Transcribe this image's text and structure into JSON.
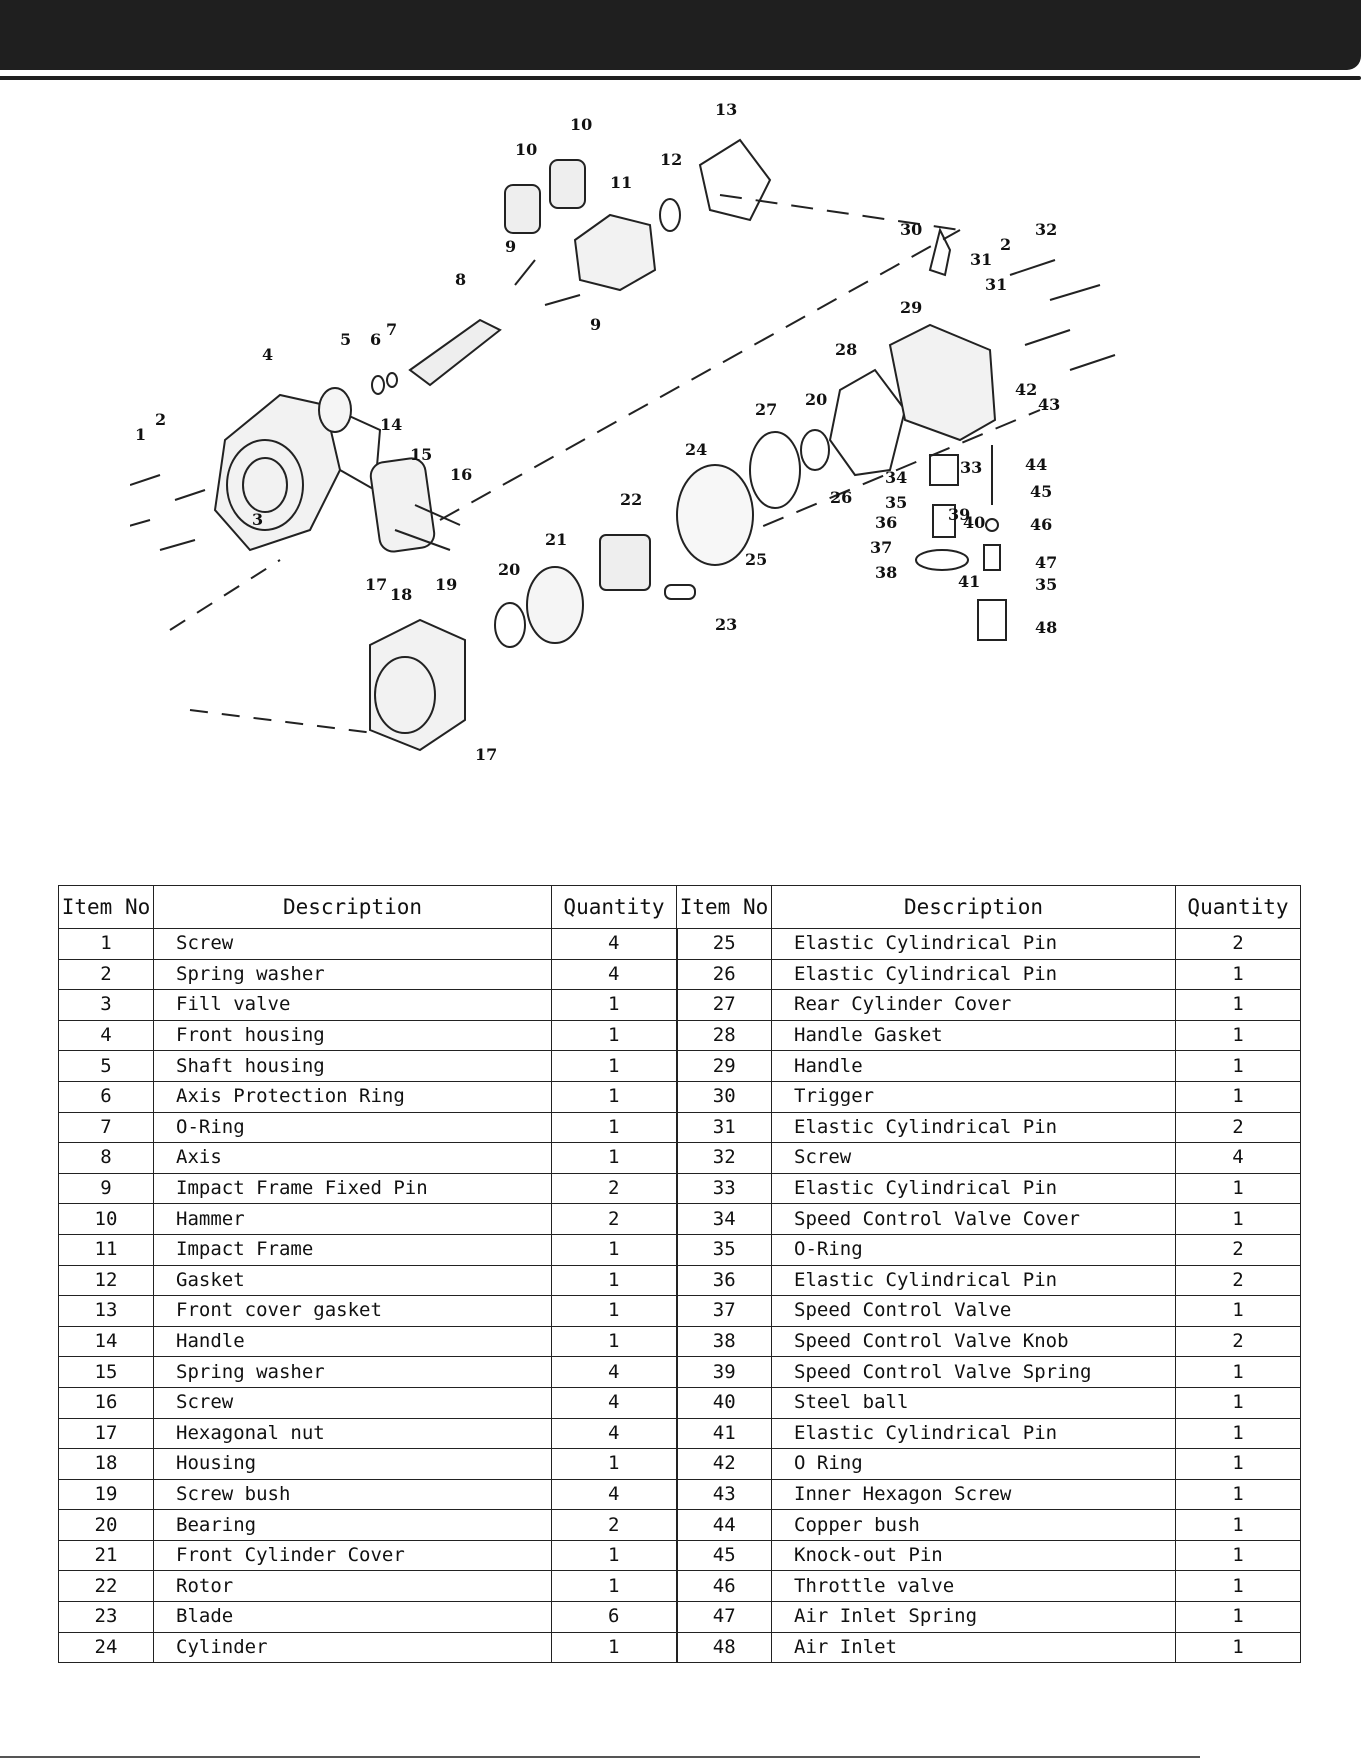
{
  "headers": {
    "item_no": "Item No",
    "description": "Description",
    "quantity": "Quantity"
  },
  "diagram_callouts": [
    "1",
    "2",
    "2",
    "3",
    "4",
    "5",
    "6",
    "7",
    "8",
    "9",
    "9",
    "10",
    "10",
    "11",
    "12",
    "13",
    "14",
    "15",
    "16",
    "17",
    "17",
    "18",
    "19",
    "20",
    "20",
    "21",
    "22",
    "23",
    "24",
    "25",
    "26",
    "27",
    "28",
    "29",
    "30",
    "31",
    "31",
    "32",
    "33",
    "34",
    "35",
    "35",
    "36",
    "37",
    "38",
    "39",
    "40",
    "41",
    "42",
    "43",
    "44",
    "45",
    "46",
    "47",
    "48"
  ],
  "parts_left": [
    {
      "no": "1",
      "desc": "Screw",
      "qty": "4"
    },
    {
      "no": "2",
      "desc": "Spring washer",
      "qty": "4"
    },
    {
      "no": "3",
      "desc": "Fill valve",
      "qty": "1"
    },
    {
      "no": "4",
      "desc": "Front housing",
      "qty": "1"
    },
    {
      "no": "5",
      "desc": "Shaft housing",
      "qty": "1"
    },
    {
      "no": "6",
      "desc": "Axis Protection Ring",
      "qty": "1"
    },
    {
      "no": "7",
      "desc": "O-Ring",
      "qty": "1"
    },
    {
      "no": "8",
      "desc": "Axis",
      "qty": "1"
    },
    {
      "no": "9",
      "desc": "Impact Frame Fixed Pin",
      "qty": "2"
    },
    {
      "no": "10",
      "desc": "Hammer",
      "qty": "2"
    },
    {
      "no": "11",
      "desc": "Impact Frame",
      "qty": "1"
    },
    {
      "no": "12",
      "desc": "Gasket",
      "qty": "1"
    },
    {
      "no": "13",
      "desc": "Front cover gasket",
      "qty": "1"
    },
    {
      "no": "14",
      "desc": "Handle",
      "qty": "1"
    },
    {
      "no": "15",
      "desc": "Spring washer",
      "qty": "4"
    },
    {
      "no": "16",
      "desc": "Screw",
      "qty": "4"
    },
    {
      "no": "17",
      "desc": "Hexagonal nut",
      "qty": "4"
    },
    {
      "no": "18",
      "desc": "Housing",
      "qty": "1"
    },
    {
      "no": "19",
      "desc": "Screw bush",
      "qty": "4"
    },
    {
      "no": "20",
      "desc": "Bearing",
      "qty": "2"
    },
    {
      "no": "21",
      "desc": "Front Cylinder Cover",
      "qty": "1"
    },
    {
      "no": "22",
      "desc": "Rotor",
      "qty": "1"
    },
    {
      "no": "23",
      "desc": "Blade",
      "qty": "6"
    },
    {
      "no": "24",
      "desc": "Cylinder",
      "qty": "1"
    }
  ],
  "parts_right": [
    {
      "no": "25",
      "desc": "Elastic Cylindrical Pin",
      "qty": "2"
    },
    {
      "no": "26",
      "desc": "Elastic Cylindrical Pin",
      "qty": "1"
    },
    {
      "no": "27",
      "desc": "Rear Cylinder Cover",
      "qty": "1"
    },
    {
      "no": "28",
      "desc": "Handle Gasket",
      "qty": "1"
    },
    {
      "no": "29",
      "desc": "Handle",
      "qty": "1"
    },
    {
      "no": "30",
      "desc": "Trigger",
      "qty": "1"
    },
    {
      "no": "31",
      "desc": "Elastic Cylindrical Pin",
      "qty": "2"
    },
    {
      "no": "32",
      "desc": "Screw",
      "qty": "4"
    },
    {
      "no": "33",
      "desc": "Elastic Cylindrical Pin",
      "qty": "1"
    },
    {
      "no": "34",
      "desc": "Speed Control Valve Cover",
      "qty": "1"
    },
    {
      "no": "35",
      "desc": "O-Ring",
      "qty": "2"
    },
    {
      "no": "36",
      "desc": "Elastic Cylindrical Pin",
      "qty": "2"
    },
    {
      "no": "37",
      "desc": "Speed Control Valve",
      "qty": "1"
    },
    {
      "no": "38",
      "desc": "Speed Control Valve  Knob",
      "qty": "2"
    },
    {
      "no": "39",
      "desc": "Speed Control Valve Spring",
      "qty": "1"
    },
    {
      "no": "40",
      "desc": "Steel ball",
      "qty": "1"
    },
    {
      "no": "41",
      "desc": "Elastic Cylindrical Pin",
      "qty": "1"
    },
    {
      "no": "42",
      "desc": "O Ring",
      "qty": "1"
    },
    {
      "no": "43",
      "desc": "Inner Hexagon Screw",
      "qty": "1"
    },
    {
      "no": "44",
      "desc": "Copper bush",
      "qty": "1"
    },
    {
      "no": "45",
      "desc": "Knock-out Pin",
      "qty": "1"
    },
    {
      "no": "46",
      "desc": "Throttle valve",
      "qty": "1"
    },
    {
      "no": "47",
      "desc": "Air Inlet Spring",
      "qty": "1"
    },
    {
      "no": "48",
      "desc": "Air Inlet",
      "qty": "1"
    }
  ]
}
